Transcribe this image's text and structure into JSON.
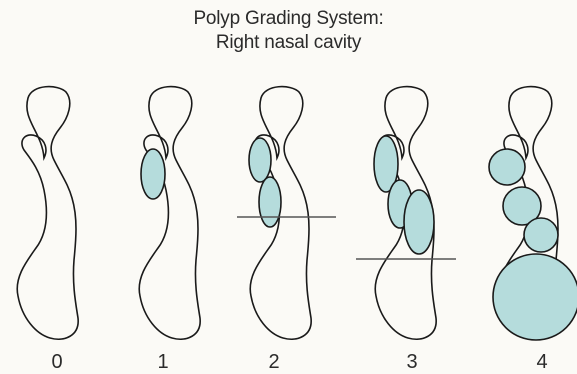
{
  "figure": {
    "title_line_1": "Polyp Grading System:",
    "title_line_2": "Right nasal cavity"
  },
  "grades": [
    {
      "label": "0",
      "polyp_count": 0,
      "reference_line": false
    },
    {
      "label": "1",
      "polyp_count": 1,
      "reference_line": false
    },
    {
      "label": "2",
      "polyp_count": 2,
      "reference_line": true
    },
    {
      "label": "3",
      "polyp_count": 3,
      "reference_line": true
    },
    {
      "label": "4",
      "polyp_count": 4,
      "reference_line": false
    }
  ],
  "colors": {
    "outline": "#1a1a1a",
    "polyp_fill": "#b5dcdc",
    "reference_line": "#555555",
    "text": "#2b2b2b"
  }
}
